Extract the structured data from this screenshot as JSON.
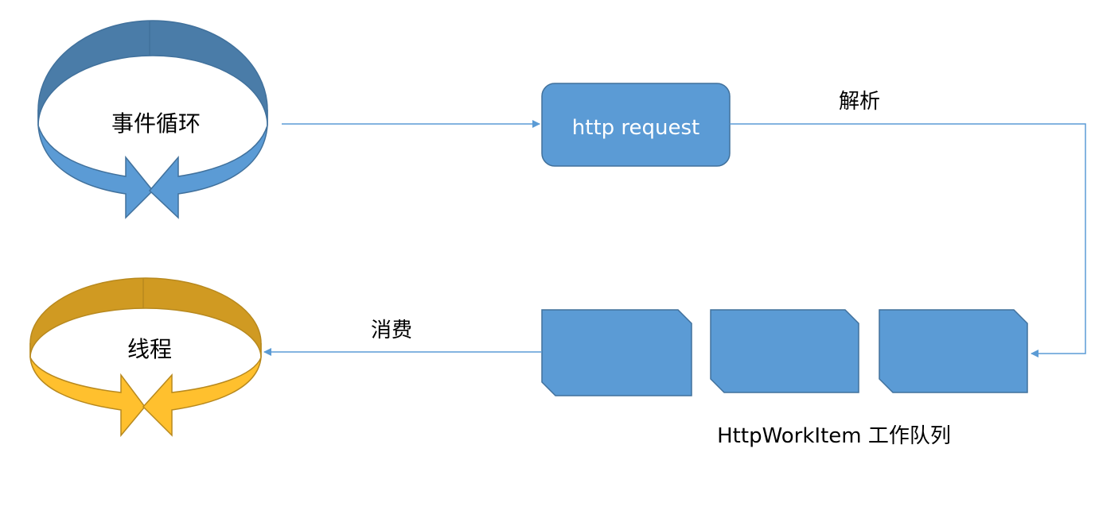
{
  "nodes": {
    "event_loop": {
      "label": "事件循环"
    },
    "thread": {
      "label": "线程"
    },
    "request": {
      "label": "http request"
    },
    "queue": {
      "label": "HttpWorkItem 工作队列",
      "item_count": 3
    }
  },
  "edges": {
    "parse": {
      "label": "解析"
    },
    "consume": {
      "label": "消费"
    }
  },
  "colors": {
    "blue_fill": "#5b9bd5",
    "blue_dark": "#41719c",
    "blue_top": "#4a7ca8",
    "gold_fill": "#ffc02e",
    "gold_top": "#d09a22",
    "gold_stroke": "#b8891e",
    "connector": "#5b9bd5",
    "text": "#000000",
    "text_on_blue": "#ffffff"
  }
}
